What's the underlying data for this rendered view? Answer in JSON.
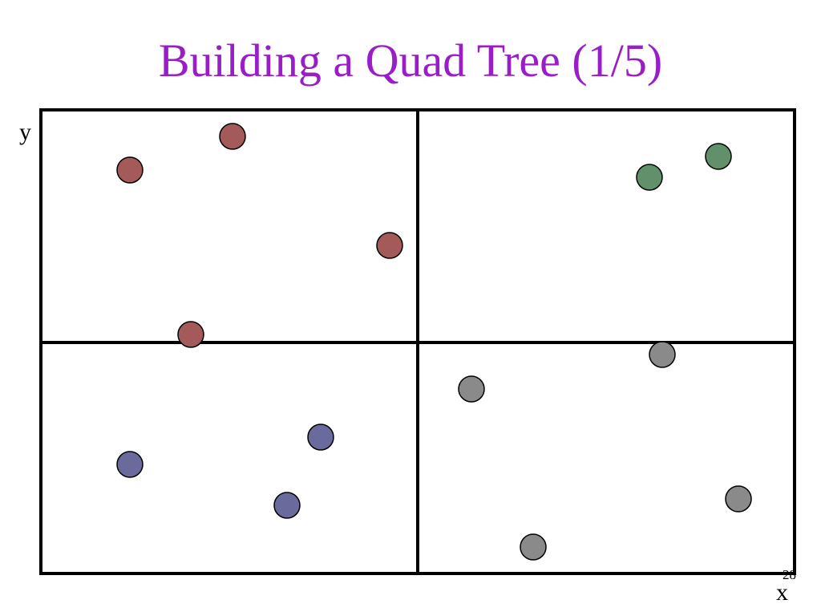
{
  "slide": {
    "title": "Building a Quad Tree (1/5)",
    "page_number": "28"
  },
  "axes": {
    "y_label": "y",
    "x_label": "x"
  },
  "colors": {
    "title": "#9a1ec8",
    "red": "#a45a58",
    "green": "#62906a",
    "blue": "#6a6a9c",
    "gray": "#8a8a8a",
    "outline": "#000000"
  },
  "points": [
    {
      "quadrant": "top-left",
      "color": "red"
    },
    {
      "quadrant": "top-left",
      "color": "red"
    },
    {
      "quadrant": "top-left",
      "color": "red"
    },
    {
      "quadrant": "top-left",
      "color": "red"
    },
    {
      "quadrant": "top-right",
      "color": "green"
    },
    {
      "quadrant": "top-right",
      "color": "green"
    },
    {
      "quadrant": "bottom-left",
      "color": "blue"
    },
    {
      "quadrant": "bottom-left",
      "color": "blue"
    },
    {
      "quadrant": "bottom-left",
      "color": "blue"
    },
    {
      "quadrant": "bottom-right",
      "color": "gray"
    },
    {
      "quadrant": "bottom-right",
      "color": "gray"
    },
    {
      "quadrant": "bottom-right",
      "color": "gray"
    },
    {
      "quadrant": "bottom-right",
      "color": "gray"
    }
  ]
}
